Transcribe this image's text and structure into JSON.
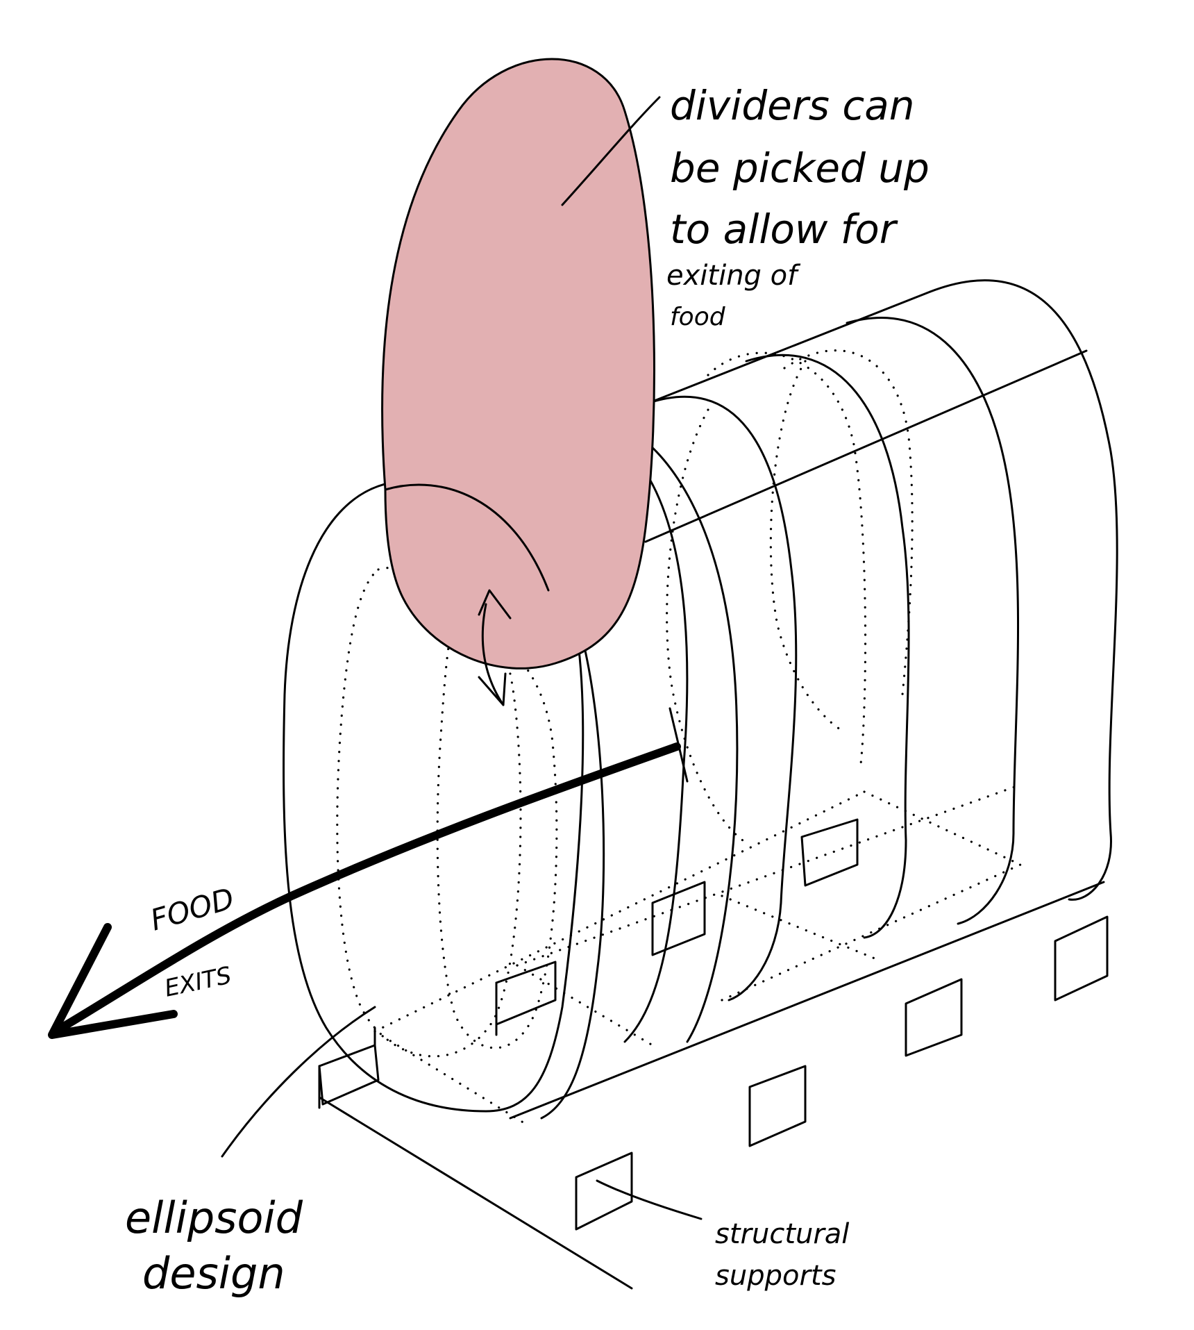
{
  "annotations": {
    "dividers_line1": "dividers can",
    "dividers_line2": "be picked up",
    "dividers_line3": "to allow for",
    "dividers_line4": "exiting of",
    "dividers_line5": "food",
    "food_exits_line1": "FOOD",
    "food_exits_line2": "EXITS",
    "ellipsoid_line1": "ellipsoid",
    "ellipsoid_line2": "design",
    "supports_line1": "structural",
    "supports_line2": "supports"
  },
  "colors": {
    "divider_fill": "#e2b0b2",
    "ink": "#000000",
    "background": "#ffffff"
  }
}
